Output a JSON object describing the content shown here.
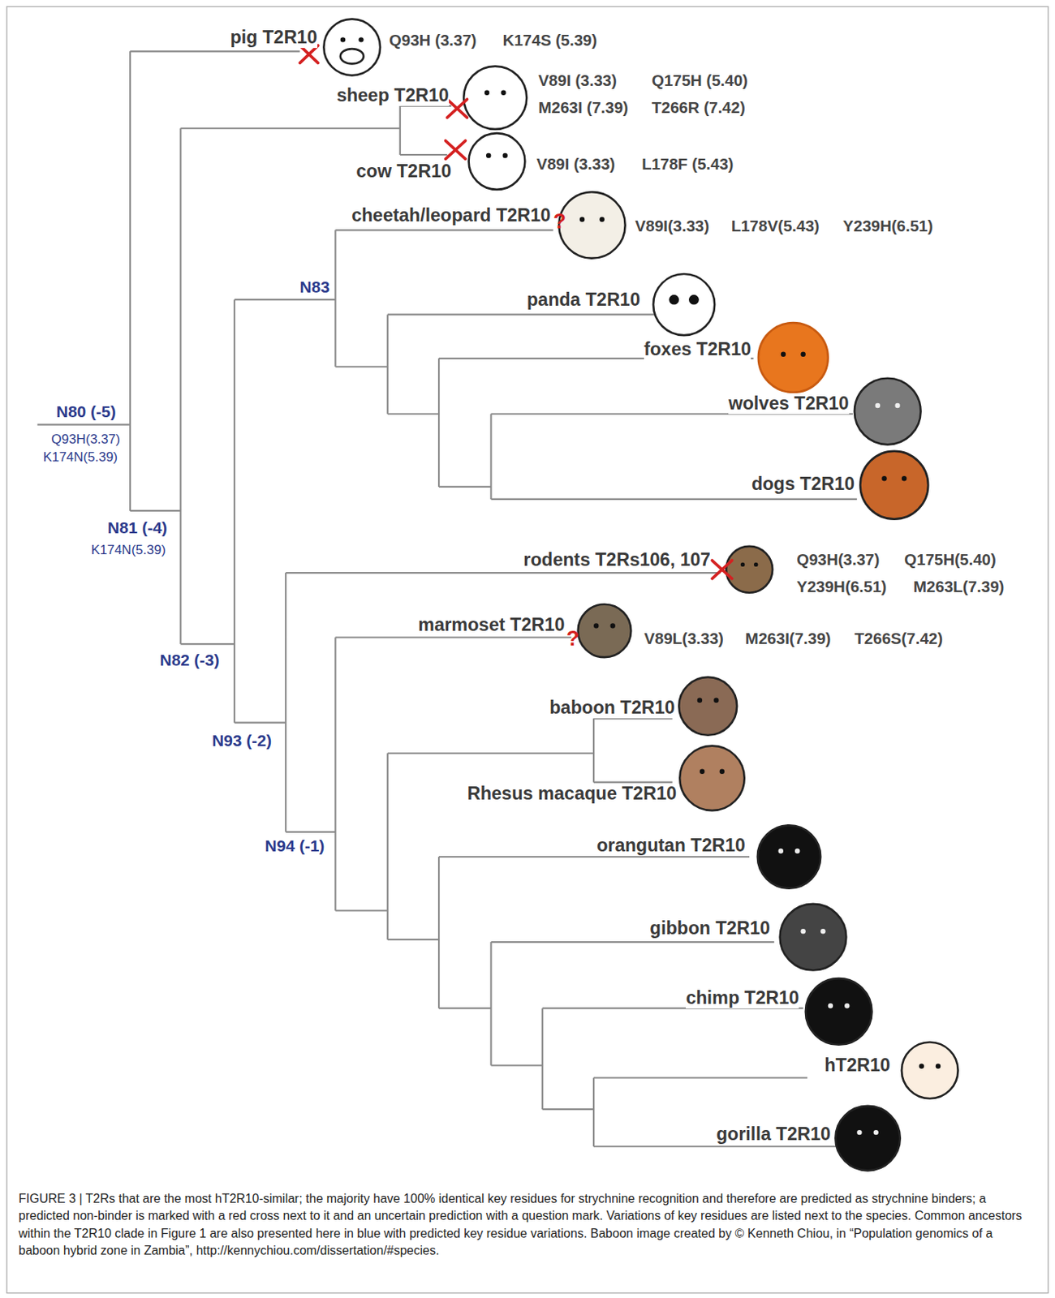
{
  "diagram": {
    "caption": "FIGURE 3 | T2Rs that are the most hT2R10-similar; the majority have 100% identical key residues for strychnine recognition and therefore are predicted as strychnine binders; a predicted non-binder is marked with a red cross next to it and an uncertain prediction with a question mark. Variations of key residues are listed next to the species. Common ancestors within the T2R10 clade in Figure 1 are also presented here in blue with predicted key residue variations. Baboon image created by © Kenneth Chiou, in “Population genomics of a baboon hybrid zone in Zambia”, http://kennychiou.com/dissertation/#species.",
    "labels": [
      "pig T2R10",
      "Q93H (3.37)",
      "K174S (5.39)",
      "sheep T2R10",
      "V89I (3.33)",
      "Q175H (5.40)",
      "M263I (7.39)",
      "T266R (7.42)",
      "cow T2R10",
      "V89I (3.33)",
      "L178F (5.43)",
      "cheetah/leopard T2R10",
      "?",
      "V89I(3.33)",
      "L178V(5.43)",
      "Y239H(6.51)",
      "N83",
      "panda T2R10",
      "foxes T2R10",
      "N80 (-5)",
      "Q93H(3.37)",
      "K174N(5.39)",
      "wolves T2R10",
      "dogs T2R10",
      "N81 (-4)",
      "K174N(5.39)",
      "rodents T2Rs106, 107",
      "Q93H(3.37)",
      "Q175H(5.40)",
      "Y239H(6.51)",
      "M263L(7.39)",
      "marmoset T2R10",
      "?",
      "V89L(3.33)",
      "M263I(7.39)",
      "T266S(7.42)",
      "N82 (-3)",
      "baboon T2R10",
      "N93 (-2)",
      "Rhesus macaque T2R10",
      "N94 (-1)",
      "orangutan T2R10",
      "gibbon T2R10",
      "chimp T2R10",
      "hT2R10",
      "gorilla T2R10"
    ]
  }
}
